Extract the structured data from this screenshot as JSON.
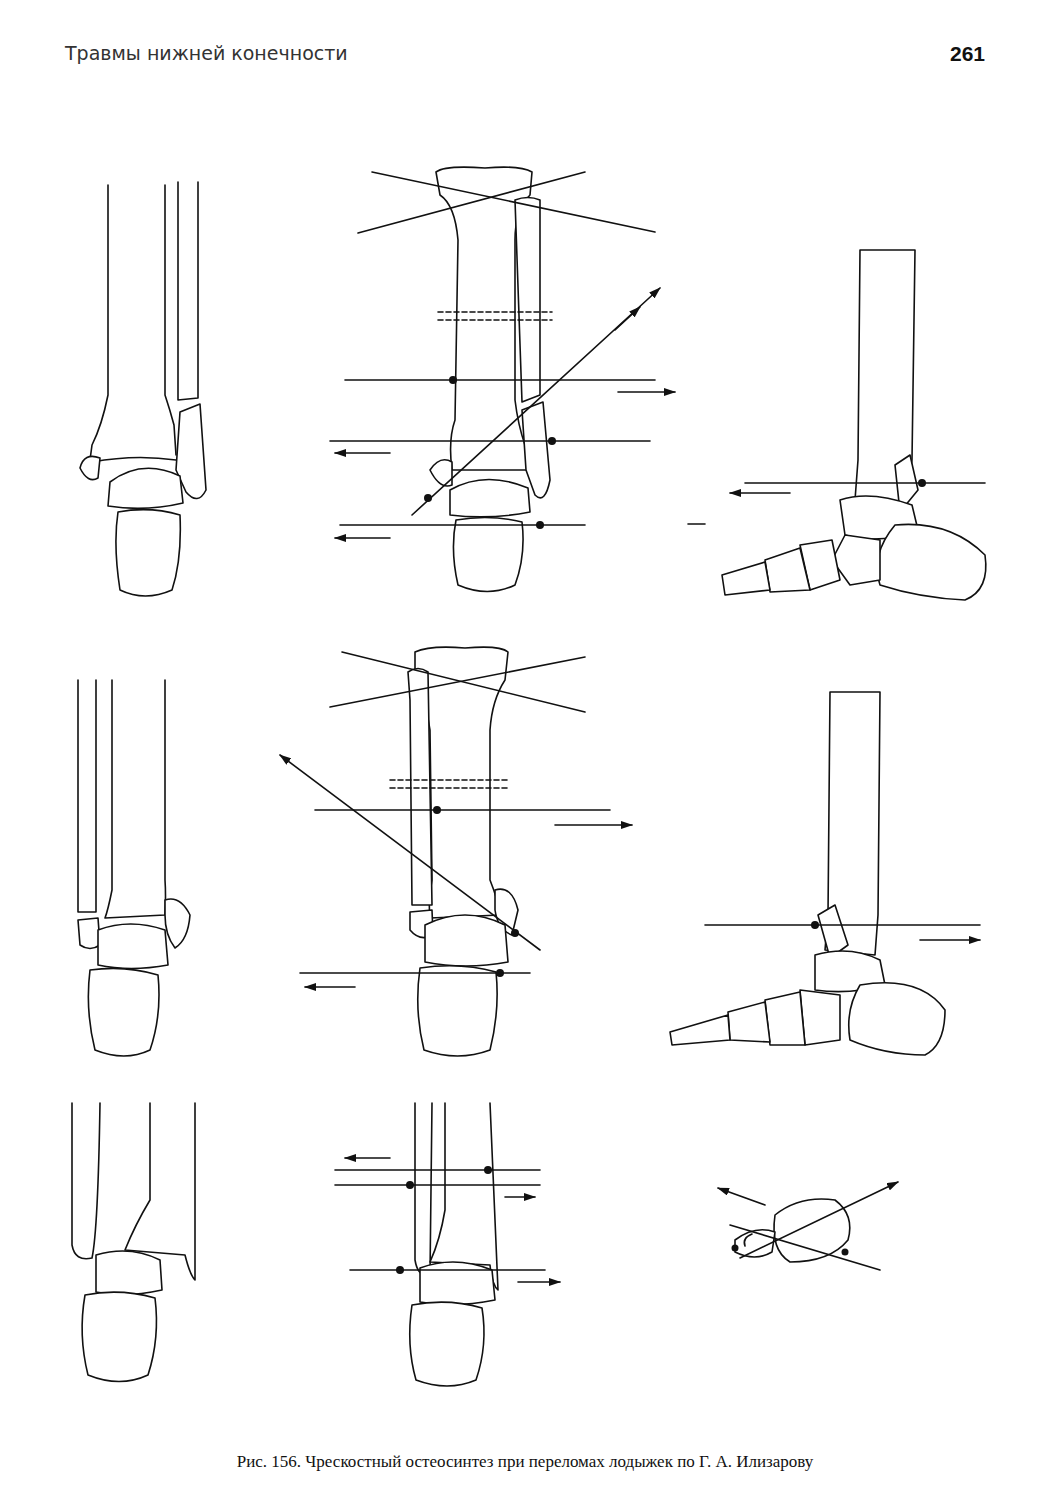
{
  "diagram": {
    "caption": "Рис. 156. Чрескостный остеосинтез при переломах лодыжек по Г. А. Илизарову",
    "labels": [
      "Травмы нижней конечности",
      "261"
    ]
  }
}
